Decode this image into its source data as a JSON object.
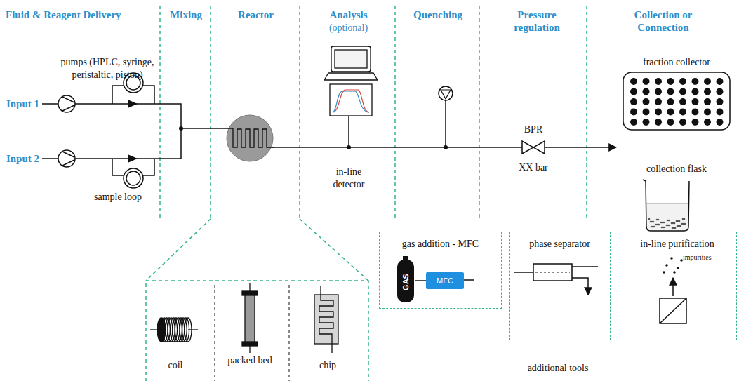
{
  "diagram": {
    "nodes": [
      {
        "text": [
          "gas addition - MFC"
        ]
      },
      {
        "text": [
          "GAS"
        ],
        "in": 0
      },
      {
        "text": [
          "MFC"
        ],
        "in": 0
      },
      {
        "text": [
          "phase separator"
        ]
      },
      {
        "text": [
          "in-line purification",
          "impurities"
        ]
      }
    ],
    "edges": [
      {
        "from": 1,
        "to": 2,
        "arrow": "none"
      }
    ],
    "labels": [
      "Fluid & Reagent Delivery",
      "Mixing",
      "Reactor",
      "Analysis",
      "(optional)",
      "Quenching",
      "Pressure regulation",
      "Collection or Connection",
      "Input 1",
      "Input 2",
      "pumps (HPLC, syringe, peristaltic, piston)",
      "sample loop",
      "in-line detector",
      "BPR",
      "XX bar",
      "fraction collector",
      "collection flask",
      "coil",
      "packed bed",
      "chip",
      "additional tools"
    ]
  }
}
